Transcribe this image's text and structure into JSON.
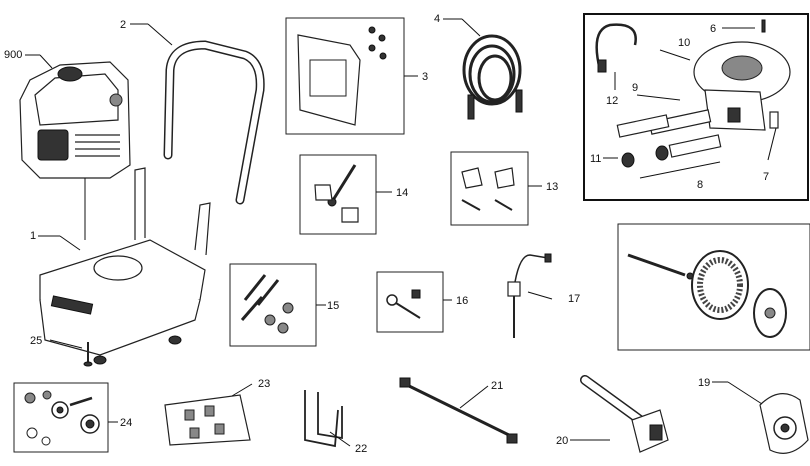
{
  "labels": {
    "p900": "900",
    "p1": "1",
    "p2": "2",
    "p3": "3",
    "p4": "4",
    "p6": "6",
    "p7": "7",
    "p8": "8",
    "p9": "9",
    "p10": "10",
    "p11": "11",
    "p12": "12",
    "p13": "13",
    "p14": "14",
    "p15": "15",
    "p16": "16",
    "p17": "17",
    "p19": "19",
    "p20": "20",
    "p21": "21",
    "p22": "22",
    "p23": "23",
    "p24": "24",
    "p25": "25"
  }
}
